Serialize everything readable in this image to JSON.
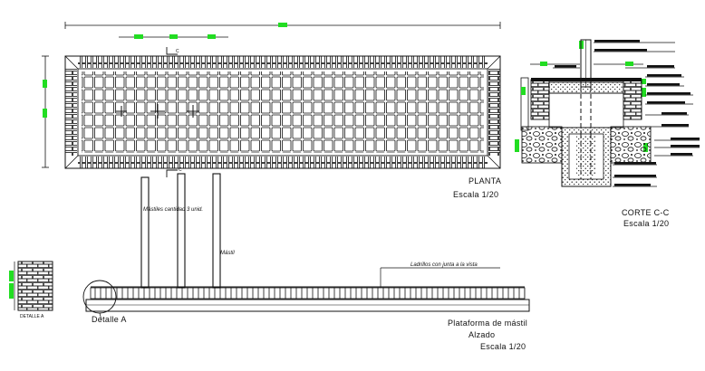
{
  "plan": {
    "section_mark_top": "C",
    "section_mark_bottom": "C",
    "title": "PLANTA",
    "scale": "Escala 1/20"
  },
  "section": {
    "title": "CORTE C-C",
    "scale": "Escala 1/20"
  },
  "elevation": {
    "annotation_posts": "Mástiles cantidad 3 unid.",
    "annotation_mast": "Mástil",
    "annotation_bricks": "Ladrillos con junta a la vista",
    "detail_ref": "Detalle A",
    "title": "Plataforma de mástil",
    "subtitle": "Alzado",
    "scale": "Escala 1/20"
  },
  "detail": {
    "label": "DETALLE A"
  },
  "colors": {
    "line": "#111111",
    "dimension_marker": "#22dd22",
    "background": "#ffffff"
  }
}
